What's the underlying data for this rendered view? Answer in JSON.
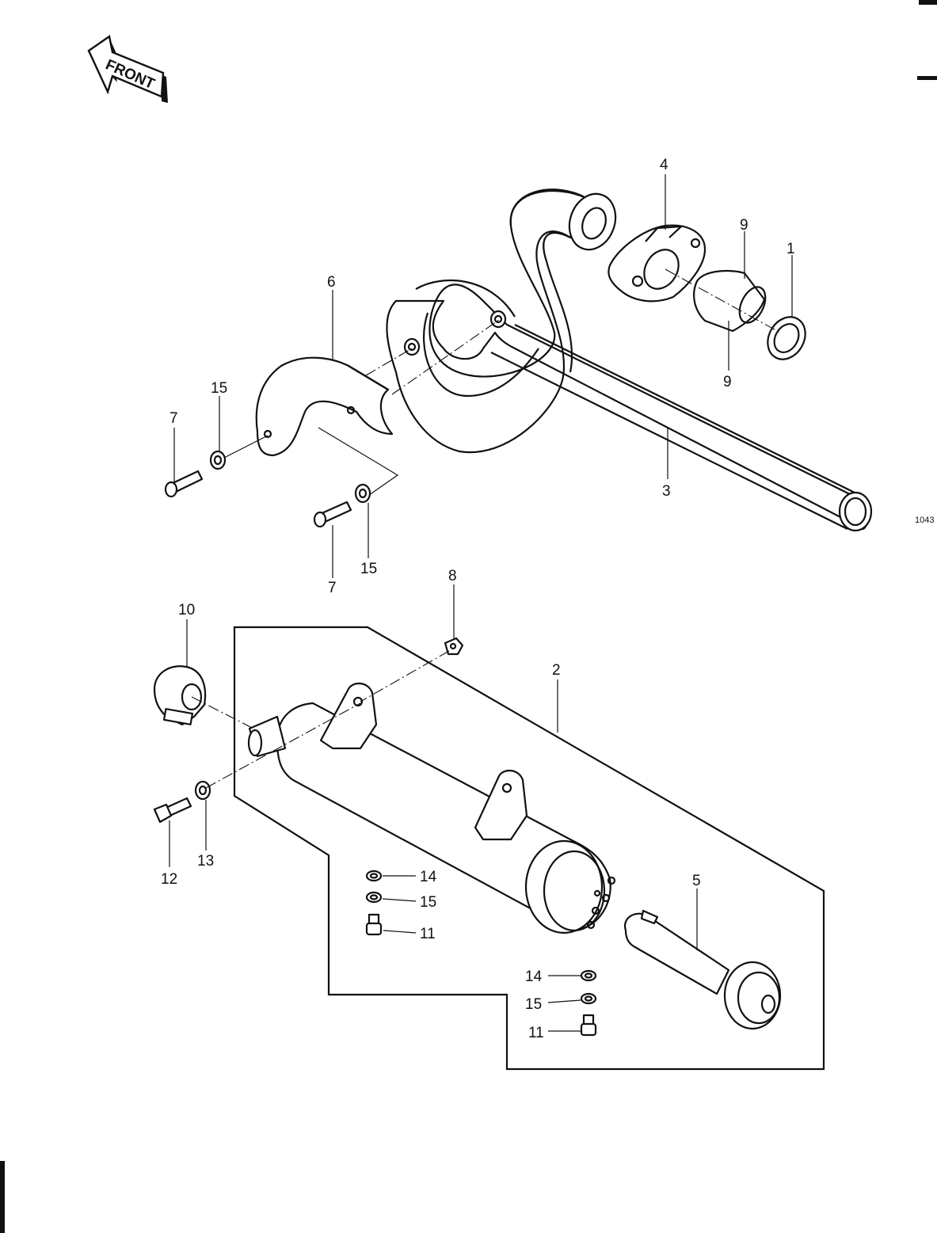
{
  "front_arrow": {
    "text": "FRONT"
  },
  "figure_code": "1043",
  "callouts": [
    {
      "id": "c4",
      "text": "4"
    },
    {
      "id": "c9a",
      "text": "9"
    },
    {
      "id": "c1",
      "text": "1"
    },
    {
      "id": "c9b",
      "text": "9"
    },
    {
      "id": "c6",
      "text": "6"
    },
    {
      "id": "c15a",
      "text": "15"
    },
    {
      "id": "c7a",
      "text": "7"
    },
    {
      "id": "c3",
      "text": "3"
    },
    {
      "id": "c7b",
      "text": "7"
    },
    {
      "id": "c15b",
      "text": "15"
    },
    {
      "id": "c8",
      "text": "8"
    },
    {
      "id": "c10",
      "text": "10"
    },
    {
      "id": "c2",
      "text": "2"
    },
    {
      "id": "c12",
      "text": "12"
    },
    {
      "id": "c13",
      "text": "13"
    },
    {
      "id": "c14a",
      "text": "14"
    },
    {
      "id": "c15c",
      "text": "15"
    },
    {
      "id": "c11a",
      "text": "11"
    },
    {
      "id": "c5",
      "text": "5"
    },
    {
      "id": "c14b",
      "text": "14"
    },
    {
      "id": "c15d",
      "text": "15"
    },
    {
      "id": "c11b",
      "text": "11"
    }
  ]
}
